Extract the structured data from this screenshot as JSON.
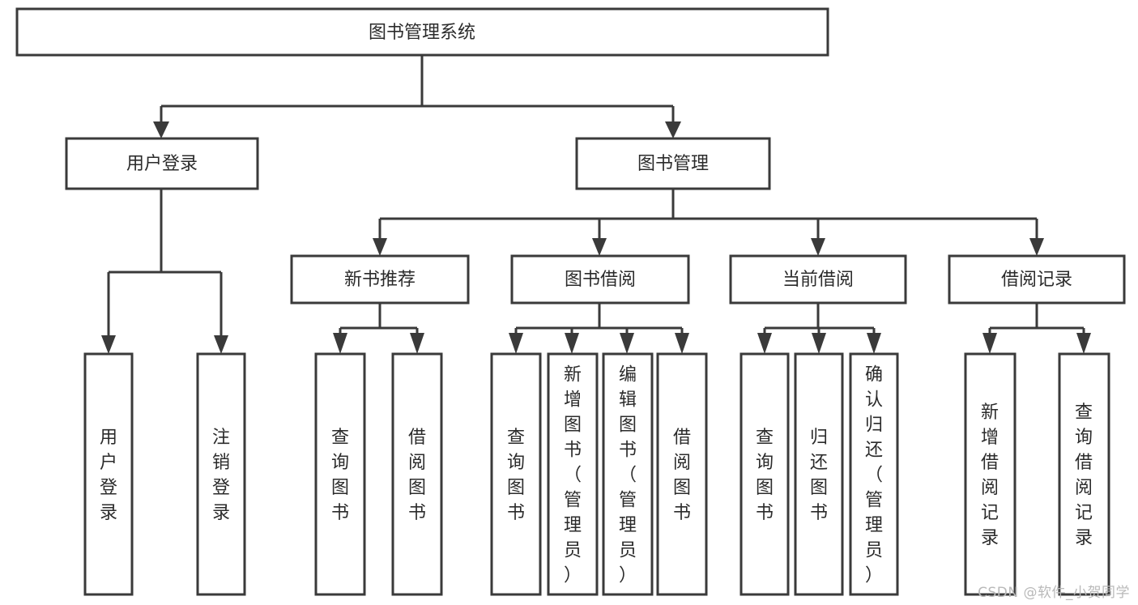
{
  "diagram": {
    "type": "tree-hierarchy-chart",
    "title": "图书管理系统",
    "background_color": "#ffffff",
    "line_color": "#3a3a3a",
    "text_color": "#2b2b2b",
    "watermark": "CSDN @软件_小贺同学",
    "nodes": {
      "root": {
        "label": "图书管理系统"
      },
      "level1": [
        {
          "id": "user-login",
          "label": "用户登录"
        },
        {
          "id": "book-management",
          "label": "图书管理"
        }
      ],
      "level2": [
        {
          "id": "new-book-recommend",
          "label": "新书推荐",
          "parent": "book-management"
        },
        {
          "id": "book-borrow",
          "label": "图书借阅",
          "parent": "book-management"
        },
        {
          "id": "current-borrow",
          "label": "当前借阅",
          "parent": "book-management"
        },
        {
          "id": "borrow-record",
          "label": "借阅记录",
          "parent": "book-management"
        }
      ],
      "leaves": [
        {
          "id": "leaf-user-login",
          "label": "用户登录",
          "parent": "user-login"
        },
        {
          "id": "leaf-user-logout",
          "label": "注销登录",
          "parent": "user-login"
        },
        {
          "id": "leaf-query-book-1",
          "label": "查询图书",
          "parent": "new-book-recommend"
        },
        {
          "id": "leaf-borrow-book-1",
          "label": "借阅图书",
          "parent": "new-book-recommend"
        },
        {
          "id": "leaf-query-book-2",
          "label": "查询图书",
          "parent": "book-borrow"
        },
        {
          "id": "leaf-add-book",
          "label": "新增图书（管理员）",
          "parent": "book-borrow"
        },
        {
          "id": "leaf-edit-book",
          "label": "编辑图书（管理员）",
          "parent": "book-borrow"
        },
        {
          "id": "leaf-borrow-book-2",
          "label": "借阅图书",
          "parent": "book-borrow"
        },
        {
          "id": "leaf-query-book-3",
          "label": "查询图书",
          "parent": "current-borrow"
        },
        {
          "id": "leaf-return-book",
          "label": "归还图书",
          "parent": "current-borrow"
        },
        {
          "id": "leaf-confirm-return",
          "label": "确认归还（管理员）",
          "parent": "current-borrow"
        },
        {
          "id": "leaf-add-record",
          "label": "新增借阅记录",
          "parent": "borrow-record"
        },
        {
          "id": "leaf-query-record",
          "label": "查询借阅记录",
          "parent": "borrow-record"
        }
      ]
    }
  }
}
